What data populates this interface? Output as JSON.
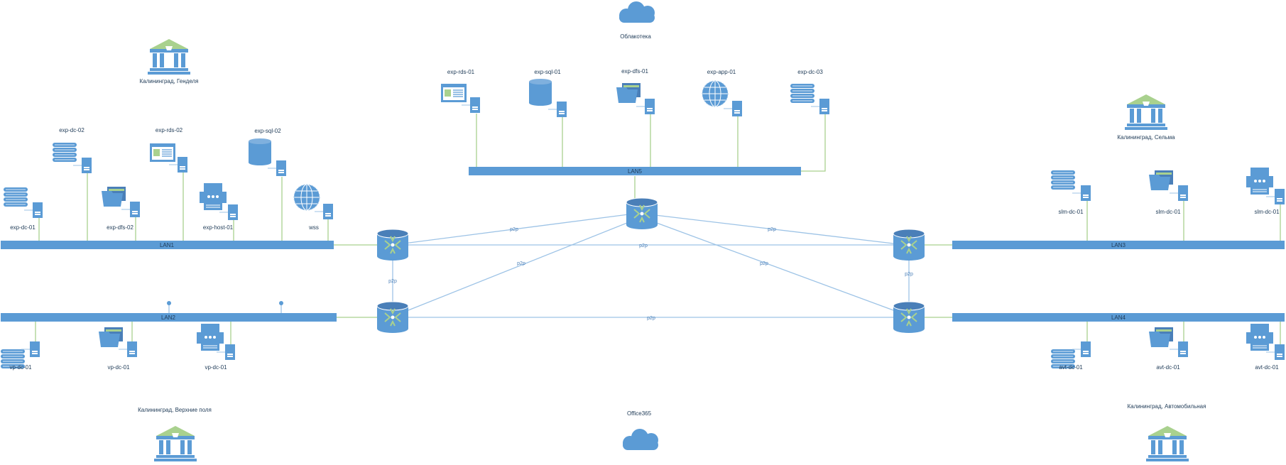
{
  "clouds": [
    {
      "id": "cloud-top",
      "label": "Облакотека"
    },
    {
      "id": "cloud-bottom",
      "label": "Office365"
    }
  ],
  "sites": [
    {
      "id": "site-gendelya",
      "label": "Калининград, Генделя"
    },
    {
      "id": "site-selma",
      "label": "Калининград, Сельма"
    },
    {
      "id": "site-verkhnie",
      "label": "Калининград, Верхние поля"
    },
    {
      "id": "site-avto",
      "label": "Калининград, Автомобильная"
    }
  ],
  "lans": [
    {
      "id": "lan1",
      "label": "LAN1"
    },
    {
      "id": "lan2",
      "label": "LAN2"
    },
    {
      "id": "lan3",
      "label": "LAN3"
    },
    {
      "id": "lan4",
      "label": "LAN4"
    },
    {
      "id": "lan5",
      "label": "LAN5"
    }
  ],
  "links": {
    "p2p_label": "p2p"
  },
  "servers": {
    "lan5": [
      {
        "name": "exp-rds-01",
        "icon": "rds-window-icon"
      },
      {
        "name": "exp-sql-01",
        "icon": "database-icon"
      },
      {
        "name": "exp-dfs-01",
        "icon": "folder-icon"
      },
      {
        "name": "exp-app-01",
        "icon": "globe-icon"
      },
      {
        "name": "exp-dc-03",
        "icon": "directory-icon"
      }
    ],
    "lan1": [
      {
        "name": "exp-dc-01",
        "icon": "directory-icon"
      },
      {
        "name": "exp-dc-02",
        "icon": "directory-icon"
      },
      {
        "name": "exp-dfs-02",
        "icon": "folder-icon"
      },
      {
        "name": "exp-rds-02",
        "icon": "rds-window-icon"
      },
      {
        "name": "exp-host-01",
        "icon": "printer-icon"
      },
      {
        "name": "exp-sql-02",
        "icon": "database-icon"
      },
      {
        "name": "wss",
        "icon": "globe-icon"
      }
    ],
    "lan2": [
      {
        "name": "vp-dc-01",
        "icon": "directory-icon"
      },
      {
        "name": "vp-dc-01",
        "icon": "folder-icon"
      },
      {
        "name": "vp-dc-01",
        "icon": "printer-icon"
      }
    ],
    "lan3": [
      {
        "name": "slm-dc-01",
        "icon": "directory-icon"
      },
      {
        "name": "slm-dc-01",
        "icon": "folder-icon"
      },
      {
        "name": "slm-dc-01",
        "icon": "printer-icon"
      }
    ],
    "lan4": [
      {
        "name": "avt-dc-01",
        "icon": "directory-icon"
      },
      {
        "name": "avt-dc-01",
        "icon": "folder-icon"
      },
      {
        "name": "avt-dc-01",
        "icon": "printer-icon"
      }
    ]
  },
  "colors": {
    "primary_blue": "#5b9bd5",
    "accent_green": "#a9d18e",
    "link_blue": "#9dc3e6",
    "label_text": "#1f3b57"
  }
}
